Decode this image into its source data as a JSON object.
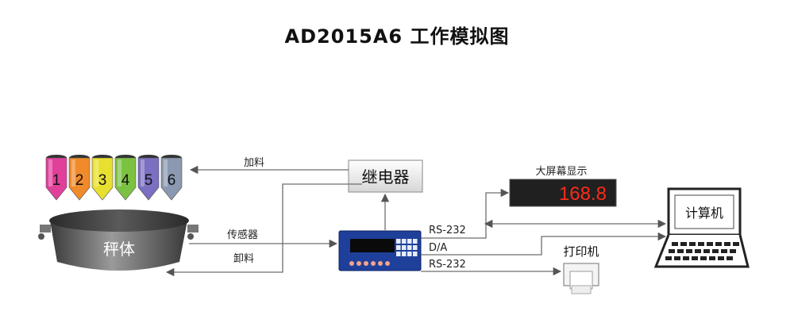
{
  "title": "AD2015A6 工作模拟图",
  "hoppers": {
    "labels": [
      "1",
      "2",
      "3",
      "4",
      "5",
      "6"
    ],
    "colors": [
      "#e0409a",
      "#f08a2a",
      "#e8e030",
      "#7cc242",
      "#7a6fc0",
      "#8a98b0"
    ]
  },
  "scale_label": "秤体",
  "relay_label": "继电器",
  "big_display": {
    "title": "大屏幕显示",
    "value": "168.8",
    "value_color": "#ff2a1a"
  },
  "computer_label": "计算机",
  "printer_label": "打印机",
  "links": {
    "feeding": "加料",
    "sensor": "传感器",
    "discharge": "卸料",
    "rs232_top": "RS-232",
    "da": "D/A",
    "rs232_bottom": "RS-232"
  },
  "instrument": {
    "button_colors": [
      "#f2a48a",
      "#f2a48a",
      "#f2a48a",
      "#f2a48a",
      "#f2a48a",
      "#f2a48a"
    ]
  }
}
